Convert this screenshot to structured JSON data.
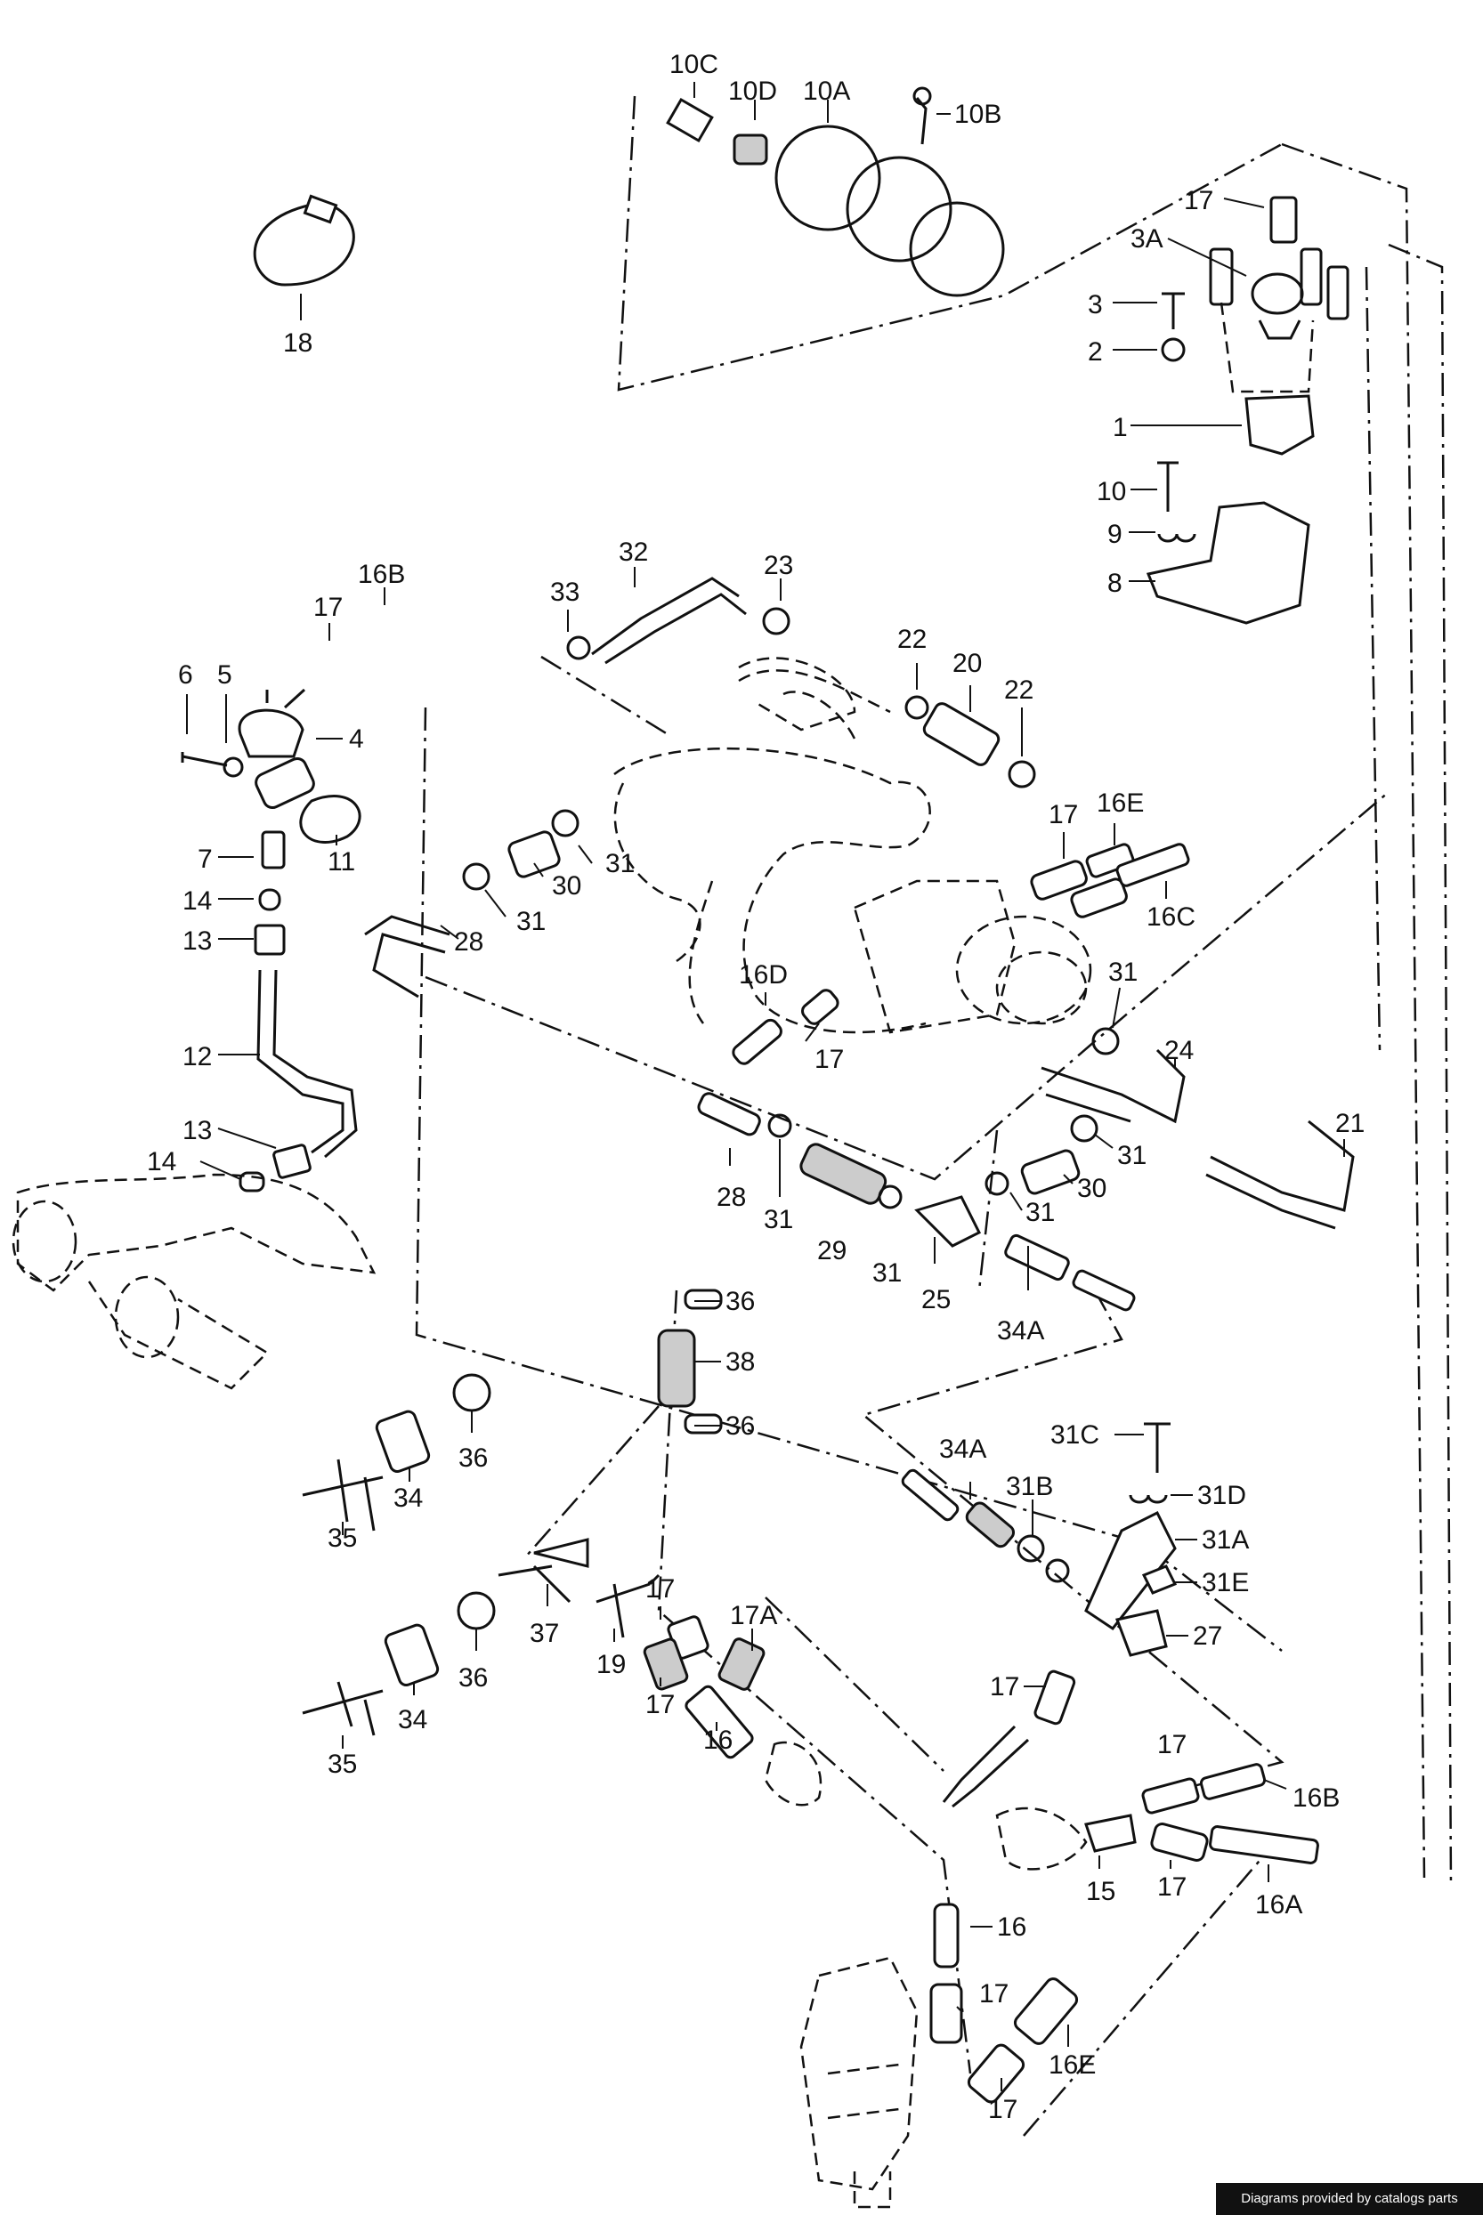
{
  "footer": {
    "text": "Diagrams provided by catalogs parts"
  },
  "callouts": {
    "c10C": "10C",
    "c10D": "10D",
    "c10A": "10A",
    "c10B": "10B",
    "c18": "18",
    "c17a": "17",
    "c3A": "3A",
    "c3": "3",
    "c2": "2",
    "c1": "1",
    "c10": "10",
    "c9": "9",
    "c8": "8",
    "c32": "32",
    "c33": "33",
    "c23": "23",
    "c16B": "16B",
    "c17b": "17",
    "c6": "6",
    "c5": "5",
    "c4": "4",
    "c11": "11",
    "c7": "7",
    "c14a": "14",
    "c13a": "13",
    "c12": "12",
    "c13b": "13",
    "c14b": "14",
    "c22a": "22",
    "c20": "20",
    "c22b": "22",
    "c17c": "17",
    "c16E": "16E",
    "c16C": "16C",
    "c31a": "31",
    "c30a": "30",
    "c31b": "31",
    "c28a": "28",
    "c16D": "16D",
    "c17d": "17",
    "c31c": "31",
    "c24": "24",
    "c21": "21",
    "c28b": "28",
    "c31d": "31",
    "c29": "29",
    "c31e": "31",
    "c25": "25",
    "c31f": "31",
    "c30b": "30",
    "c31g": "31",
    "c34Aa": "34A",
    "c36a": "36",
    "c38": "38",
    "c36b": "36",
    "c36c": "36",
    "c34a": "34",
    "c35a": "35",
    "c34Ab": "34A",
    "c31B": "31B",
    "c31C": "31C",
    "c31D": "31D",
    "c31A": "31A",
    "c31E": "31E",
    "c27": "27",
    "c37": "37",
    "c36d": "36",
    "c34b": "34",
    "c35b": "35",
    "c19": "19",
    "c17e": "17",
    "c17f": "17",
    "c17A": "17A",
    "c16a": "16",
    "c17g": "17",
    "c17h": "17",
    "c16Bb": "16B",
    "c15": "15",
    "c17i": "17",
    "c16A": "16A",
    "c16b": "16",
    "c17j": "17",
    "c16Eb": "16E",
    "c17k": "17"
  }
}
